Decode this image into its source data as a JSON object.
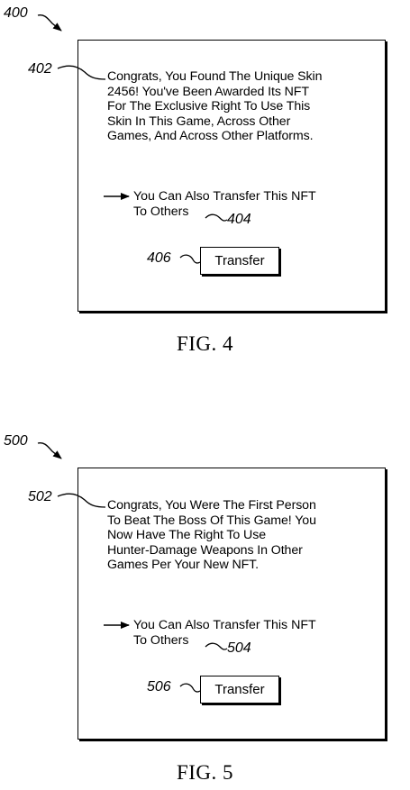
{
  "figures": [
    {
      "ref": "400",
      "message_ref": "402",
      "message": "Congrats, You Found The Unique Skin\n2456! You've Been Awarded Its NFT\nFor The Exclusive Right To Use This\nSkin In This Game, Across Other\nGames, And Across Other Platforms.",
      "transfer_text": "You Can Also Transfer This NFT\nTo Others",
      "transfer_ref": "404",
      "button_ref": "406",
      "button_label": "Transfer",
      "caption": "FIG. 4"
    },
    {
      "ref": "500",
      "message_ref": "502",
      "message": "Congrats, You Were The First Person\nTo Beat The Boss Of This Game! You\nNow Have The Right To Use\nHunter-Damage Weapons In Other\nGames Per Your New NFT.",
      "transfer_text": "You Can Also Transfer This NFT\nTo Others",
      "transfer_ref": "504",
      "button_ref": "506",
      "button_label": "Transfer",
      "caption": "FIG. 5"
    }
  ]
}
